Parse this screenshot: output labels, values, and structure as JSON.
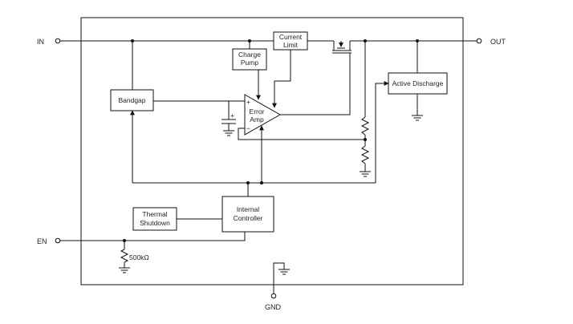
{
  "pins": {
    "in": "IN",
    "out": "OUT",
    "en": "EN",
    "gnd": "GND"
  },
  "blocks": {
    "current_limit": [
      "Current",
      "Limit"
    ],
    "charge_pump": [
      "Charge",
      "Pump"
    ],
    "bandgap": "Bandgap",
    "error_amp": [
      "Error",
      "Amp"
    ],
    "active_discharge": "Active Discharge",
    "internal_controller": [
      "Internal",
      "Controller"
    ],
    "thermal_shutdown": [
      "Thermal",
      "Shutdown"
    ]
  },
  "components": {
    "pulldown_resistor": "500kΩ"
  },
  "signs": {
    "amp_plus": "+",
    "amp_minus": "−",
    "cap_plus": "+"
  },
  "colors": {
    "line": "#111111",
    "text": "#222222",
    "background": "#ffffff"
  }
}
